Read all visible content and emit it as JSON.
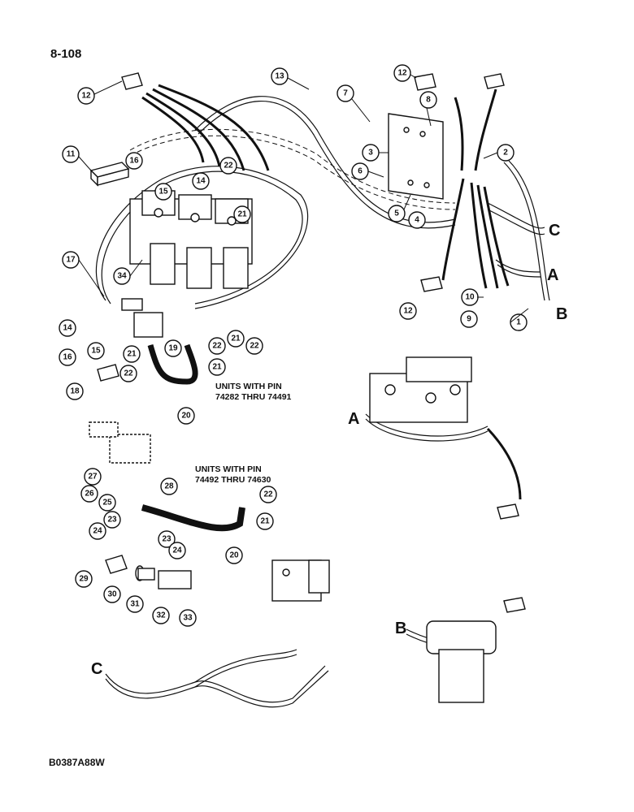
{
  "page": {
    "number": "8-108",
    "figure_code": "B0387A88W"
  },
  "notes": {
    "note_1_line_1": "UNITS WITH PIN",
    "note_1_line_2": "74282 THRU 74491",
    "note_2_line_1": "UNITS WITH PIN",
    "note_2_line_2": "74492 THRU 74630"
  },
  "callouts": [
    {
      "id": "c1",
      "label": "12"
    },
    {
      "id": "c2",
      "label": "13"
    },
    {
      "id": "c3",
      "label": "12"
    },
    {
      "id": "c4",
      "label": "7"
    },
    {
      "id": "c5",
      "label": "8"
    },
    {
      "id": "c6",
      "label": "3"
    },
    {
      "id": "c7",
      "label": "2"
    },
    {
      "id": "c8",
      "label": "6"
    },
    {
      "id": "c9",
      "label": "5"
    },
    {
      "id": "c10",
      "label": "4"
    },
    {
      "id": "c11",
      "label": "11"
    },
    {
      "id": "c12",
      "label": "16"
    },
    {
      "id": "c13",
      "label": "15"
    },
    {
      "id": "c14",
      "label": "14"
    },
    {
      "id": "c15",
      "label": "22"
    },
    {
      "id": "c16",
      "label": "21"
    },
    {
      "id": "c17",
      "label": "17"
    },
    {
      "id": "c18",
      "label": "34"
    },
    {
      "id": "c19",
      "label": "12"
    },
    {
      "id": "c20",
      "label": "10"
    },
    {
      "id": "c21",
      "label": "9"
    },
    {
      "id": "c22",
      "label": "1"
    },
    {
      "id": "c23",
      "label": "14"
    },
    {
      "id": "c24",
      "label": "16"
    },
    {
      "id": "c25",
      "label": "15"
    },
    {
      "id": "c26",
      "label": "21"
    },
    {
      "id": "c27",
      "label": "22"
    },
    {
      "id": "c28",
      "label": "18"
    },
    {
      "id": "c29",
      "label": "19"
    },
    {
      "id": "c30",
      "label": "22"
    },
    {
      "id": "c31",
      "label": "21"
    },
    {
      "id": "c32",
      "label": "21"
    },
    {
      "id": "c33",
      "label": "22"
    },
    {
      "id": "c34",
      "label": "20"
    },
    {
      "id": "c35",
      "label": "27"
    },
    {
      "id": "c36",
      "label": "26"
    },
    {
      "id": "c37",
      "label": "25"
    },
    {
      "id": "c38",
      "label": "23"
    },
    {
      "id": "c39",
      "label": "24"
    },
    {
      "id": "c40",
      "label": "28"
    },
    {
      "id": "c41",
      "label": "22"
    },
    {
      "id": "c42",
      "label": "21"
    },
    {
      "id": "c43",
      "label": "23"
    },
    {
      "id": "c44",
      "label": "24"
    },
    {
      "id": "c45",
      "label": "20"
    },
    {
      "id": "c46",
      "label": "29"
    },
    {
      "id": "c47",
      "label": "30"
    },
    {
      "id": "c48",
      "label": "31"
    },
    {
      "id": "c49",
      "label": "32"
    },
    {
      "id": "c50",
      "label": "33"
    }
  ],
  "connection_letters": [
    {
      "id": "l1",
      "label": "C"
    },
    {
      "id": "l2",
      "label": "A"
    },
    {
      "id": "l3",
      "label": "B"
    },
    {
      "id": "l4",
      "label": "A"
    },
    {
      "id": "l5",
      "label": "C"
    },
    {
      "id": "l6",
      "label": "B"
    }
  ]
}
